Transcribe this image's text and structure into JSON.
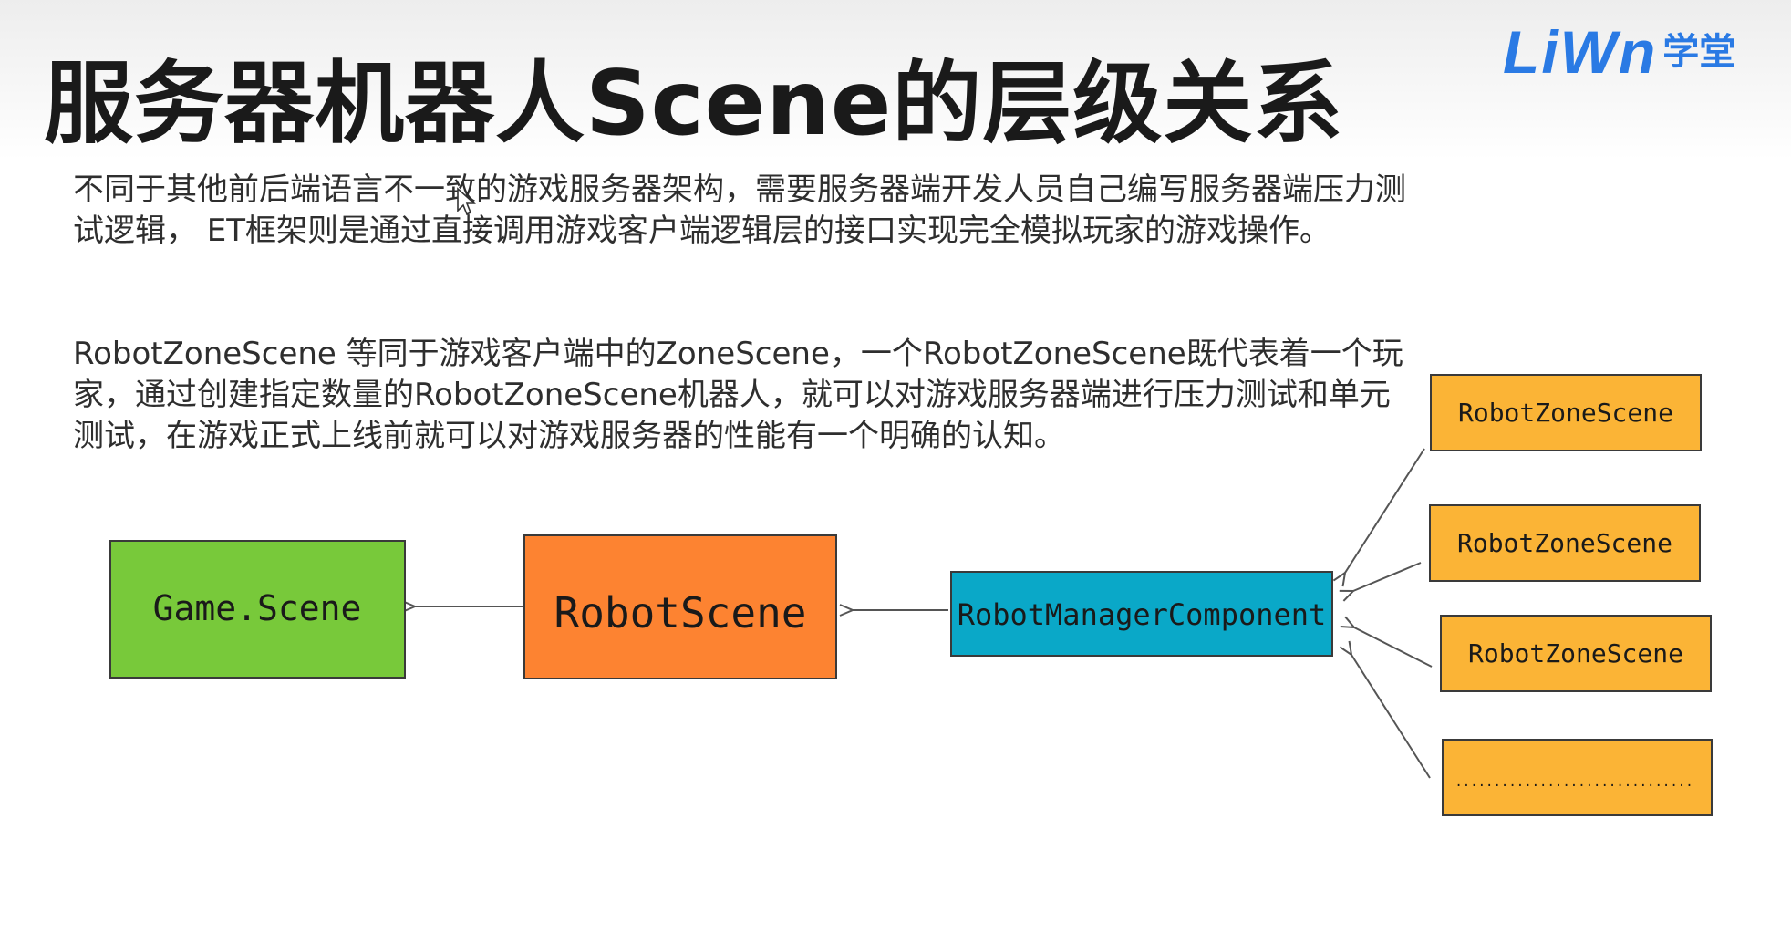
{
  "title": "服务器机器人Scene的层级关系",
  "logo": {
    "mark": "LiWn",
    "text": "学堂"
  },
  "paragraphs": [
    "不同于其他前后端语言不一致的游戏服务器架构，需要服务器端开发人员自己编写服务器端压力测试逻辑， ET框架则是通过直接调用游戏客户端逻辑层的接口实现完全模拟玩家的游戏操作。",
    " RobotZoneScene 等同于游戏客户端中的ZoneScene，一个RobotZoneScene既代表着一个玩家，通过创建指定数量的RobotZoneScene机器人，就可以对游戏服务器端进行压力测试和单元测试，在游戏正式上线前就可以对游戏服务器的性能有一个明确的认知。"
  ],
  "diagram": {
    "nodes": {
      "game_scene": "Game.Scene",
      "robot_scene": "RobotScene",
      "robot_manager": "RobotManagerComponent",
      "zone_1": "RobotZoneScene",
      "zone_2": "RobotZoneScene",
      "zone_3": "RobotZoneScene",
      "zone_more": "..............................."
    },
    "colors": {
      "game_scene": "#78c93a",
      "robot_scene": "#fd8331",
      "robot_manager": "#0aa8c8",
      "zone": "#fbb436",
      "border": "#3a3a3a",
      "arrow": "#555555"
    }
  }
}
